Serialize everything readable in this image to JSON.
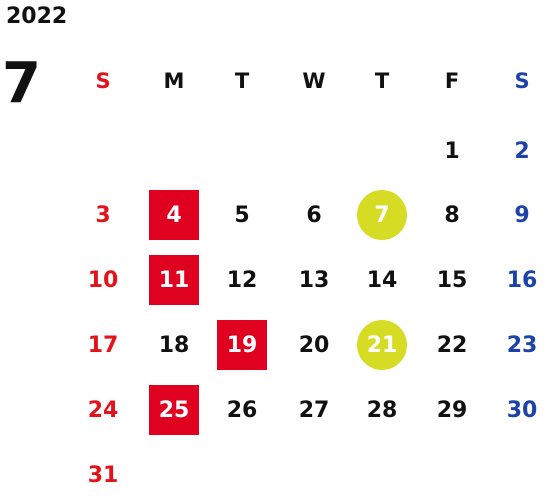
{
  "calendar": {
    "year": "2022",
    "month": "7",
    "weekdays": [
      "S",
      "M",
      "T",
      "W",
      "T",
      "F",
      "S"
    ],
    "weeks": [
      [
        "",
        "",
        "",
        "",
        "",
        "1",
        "2"
      ],
      [
        "3",
        "4",
        "5",
        "6",
        "7",
        "8",
        "9"
      ],
      [
        "10",
        "11",
        "12",
        "13",
        "14",
        "15",
        "16"
      ],
      [
        "17",
        "18",
        "19",
        "20",
        "21",
        "22",
        "23"
      ],
      [
        "24",
        "25",
        "26",
        "27",
        "28",
        "29",
        "30"
      ],
      [
        "31",
        "",
        "",
        "",
        "",
        "",
        ""
      ]
    ],
    "holidays": [
      "4",
      "11",
      "19",
      "25"
    ],
    "marked_days": [
      "7",
      "21"
    ]
  },
  "colors": {
    "sunday": "#e3131c",
    "saturday": "#1d43a8",
    "weekday": "#111111",
    "holiday_bg": "#e00020",
    "marked_bg": "#d6dc24"
  }
}
